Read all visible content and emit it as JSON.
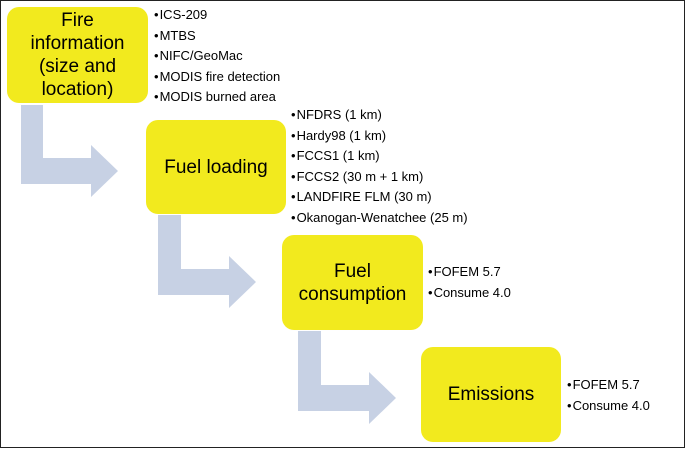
{
  "colors": {
    "box_fill": "#f2ea1e",
    "arrow_fill": "#c7d1e4",
    "border": "#222222"
  },
  "stages": [
    {
      "title": "Fire\ninformation\n(size and\nlocation)",
      "items": [
        "ICS-209",
        "MTBS",
        "NIFC/GeoMac",
        "MODIS fire detection",
        "MODIS burned area"
      ]
    },
    {
      "title": "Fuel loading",
      "items": [
        "NFDRS (1 km)",
        "Hardy98 (1 km)",
        "FCCS1 (1 km)",
        "FCCS2 (30 m + 1 km)",
        "LANDFIRE FLM (30 m)",
        "Okanogan-Wenatchee (25 m)"
      ]
    },
    {
      "title": "Fuel\nconsumption",
      "items": [
        "FOFEM 5.7",
        "Consume 4.0"
      ]
    },
    {
      "title": "Emissions",
      "items": [
        "FOFEM 5.7",
        "Consume 4.0"
      ]
    }
  ]
}
